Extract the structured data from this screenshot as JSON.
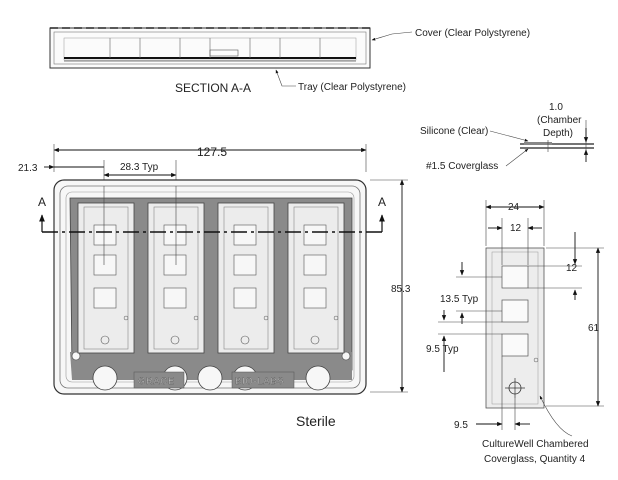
{
  "section_view": {
    "title": "SECTION A-A",
    "cover_label": "Cover (Clear Polystyrene)",
    "tray_label": "Tray (Clear Polystyrene)"
  },
  "main_view": {
    "width_dim": "127.5",
    "offset_dim": "21.3",
    "pitch_dim": "28.3 Typ",
    "height_dim": "85.3",
    "section_mark": "A",
    "emboss_left": "GRACE",
    "emboss_right": "BIO-LABS",
    "sterile_label": "Sterile"
  },
  "coverglass_detail": {
    "silicone_label": "Silicone (Clear)",
    "coverglass_label": "#1.5 Coverglass",
    "depth_value": "1.0",
    "depth_label_line1": "(Chamber",
    "depth_label_line2": "Depth)"
  },
  "chamber_detail": {
    "width_24": "24",
    "width_12": "12",
    "well_12": "12",
    "pitch_13_5": "13.5 Typ",
    "gap_9_5_typ": "9.5 Typ",
    "height_61": "61",
    "bottom_9_5": "9.5",
    "caption_line1": "CultureWell Chambered",
    "caption_line2": "Coverglass, Quantity 4"
  }
}
